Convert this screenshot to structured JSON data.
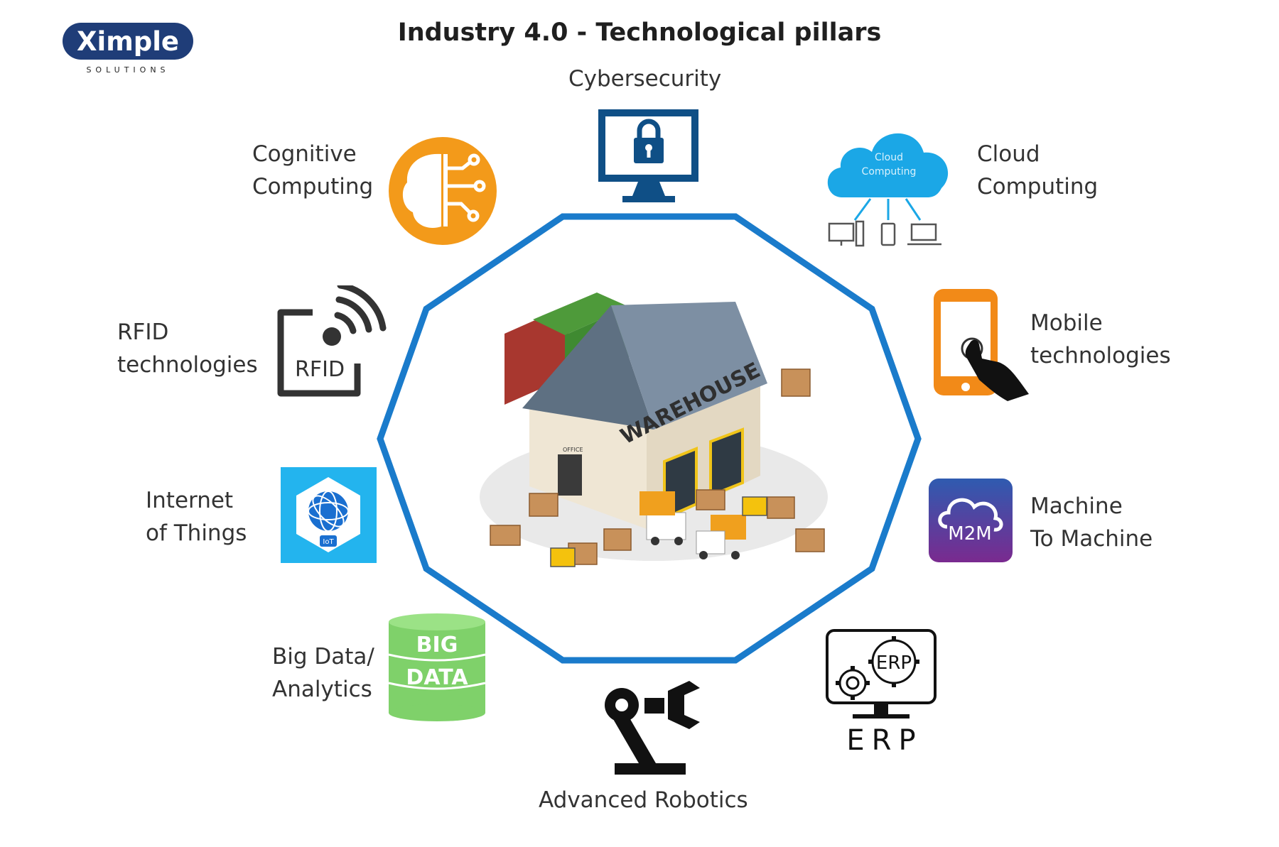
{
  "title": "Industry 4.0 - Technological pillars",
  "logo": {
    "name": "Ximple",
    "tagline": "SOLUTIONS"
  },
  "center": {
    "building_sign": "WAREHOUSE",
    "door_sign": "OFFICE"
  },
  "pillars": {
    "cybersecurity": {
      "lines": [
        "Cybersecurity"
      ]
    },
    "cloud": {
      "lines": [
        "Cloud",
        "Computing"
      ],
      "icon_text": [
        "Cloud",
        "Computing"
      ]
    },
    "mobile": {
      "lines": [
        "Mobile",
        "technologies"
      ]
    },
    "m2m": {
      "lines": [
        "Machine",
        "To Machine"
      ],
      "icon_text": "M2M"
    },
    "erp": {
      "icon_text": "ERP",
      "caption": "ERP"
    },
    "robotics": {
      "lines": [
        "Advanced Robotics"
      ]
    },
    "bigdata": {
      "lines": [
        "Big Data/",
        "Analytics"
      ],
      "icon_text": [
        "BIG",
        "DATA"
      ]
    },
    "iot": {
      "lines": [
        "Internet",
        "of Things"
      ],
      "icon_text": "IoT"
    },
    "rfid": {
      "lines": [
        "RFID",
        "technologies"
      ],
      "icon_text": "RFID"
    },
    "cognitive": {
      "lines": [
        "Cognitive",
        "Computing"
      ]
    }
  },
  "colors": {
    "octagon": "#1a7bcb",
    "cognitive": "#f39a1a",
    "cyber": "#0f4f86",
    "cloud": "#1ba7e6",
    "mobile": "#f28a18",
    "m2m": "#5a3c9a",
    "bigdata": "#7fd16a",
    "iot": "#23b4ee"
  }
}
